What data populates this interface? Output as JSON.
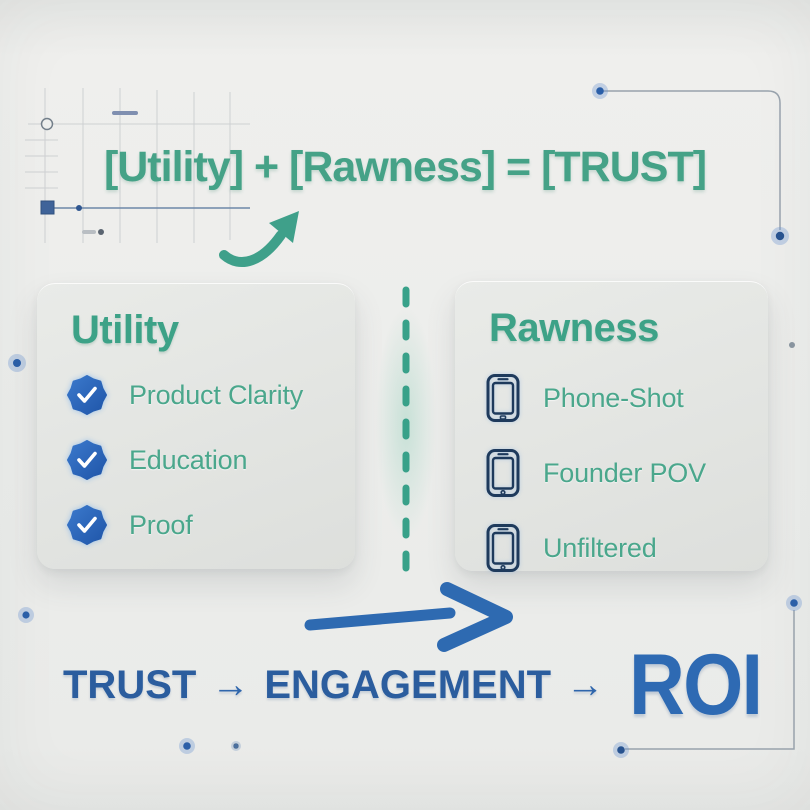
{
  "colors": {
    "headline_green": "#45a287",
    "item_green": "#4aa78c",
    "title_green": "#3da287",
    "divider_teal": "#38a189",
    "flow_blue": "#2b5d9e",
    "roi_blue": "#2e6ab3",
    "badge_blue": "#2a64bb",
    "phone_navy": "#1e3a5c",
    "dot_blue": "#2b5fa8",
    "background": "#ecedeb",
    "card_background": "#e3e5e2"
  },
  "headline": {
    "formula": "[Utility] + [Rawness] = [TRUST]"
  },
  "cards": {
    "utility": {
      "title": "Utility",
      "icon": "verified-badge-icon",
      "items": [
        "Product Clarity",
        "Education",
        "Proof"
      ]
    },
    "rawness": {
      "title": "Rawness",
      "icon": "smartphone-icon",
      "items": [
        "Phone-Shot",
        "Founder POV",
        "Unfiltered"
      ]
    }
  },
  "flow": {
    "trust": "TRUST",
    "arrow1": "→",
    "engagement": "ENGAGEMENT",
    "arrow2": "→",
    "roi": "ROI"
  },
  "icons": {
    "curved_arrow": "curved-arrow-icon",
    "right_arrow": "right-arrow-icon",
    "dashed_divider": "dashed-divider",
    "blueprint_grid": "blueprint-grid",
    "accent_dot": "accent-dot"
  }
}
